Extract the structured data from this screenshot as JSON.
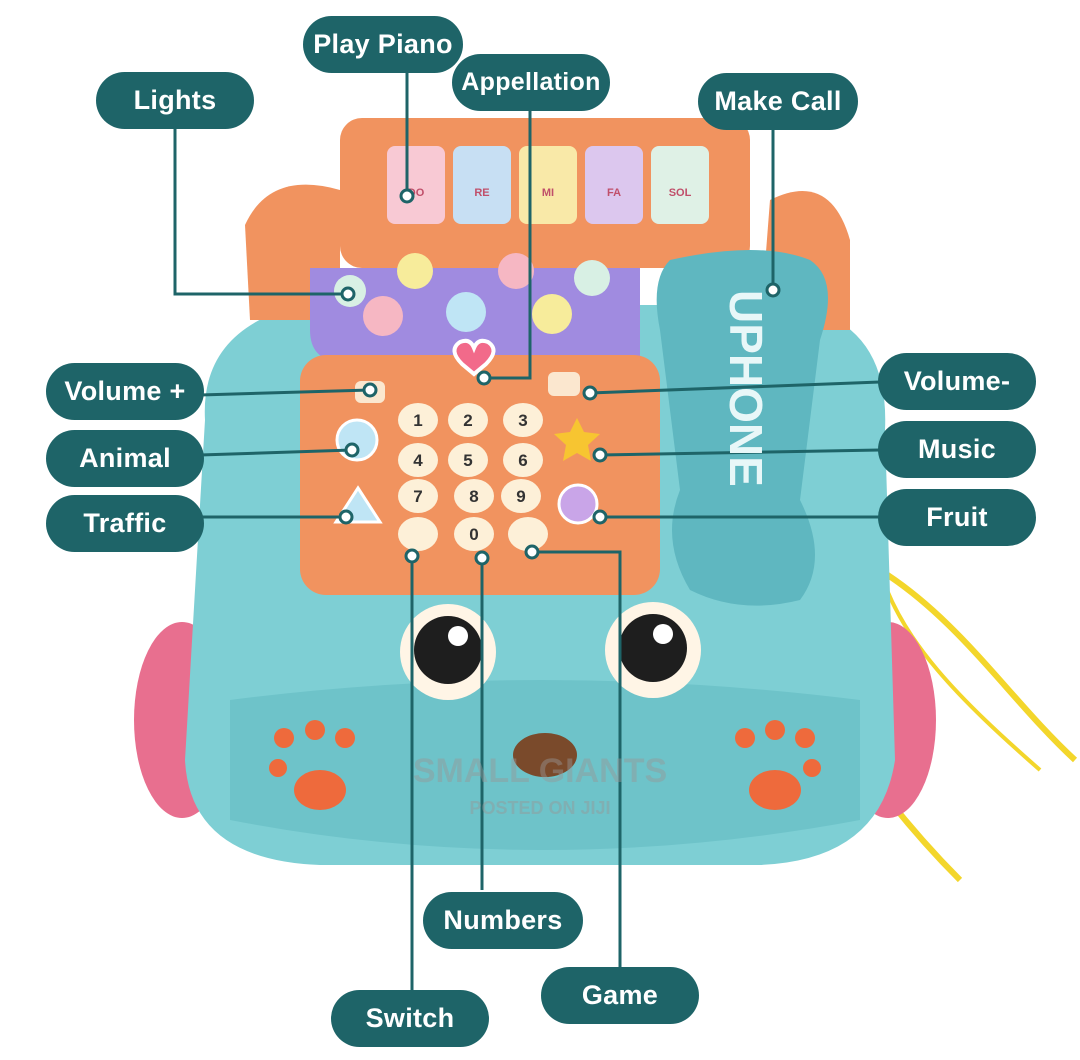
{
  "labels": {
    "play_piano": "Play Piano",
    "appellation": "Appellation",
    "lights": "Lights",
    "make_call": "Make Call",
    "volume_plus": "Volume +",
    "volume_minus": "Volume-",
    "animal": "Animal",
    "music": "Music",
    "traffic": "Traffic",
    "fruit": "Fruit",
    "numbers": "Numbers",
    "game": "Game",
    "switch": "Switch"
  },
  "piano_keys": [
    "DO",
    "RE",
    "MI",
    "FA",
    "SOL"
  ],
  "keypad": [
    "1",
    "2",
    "3",
    "4",
    "5",
    "6",
    "7",
    "8",
    "9",
    "0"
  ],
  "handset_text": "UPHONE",
  "watermark": {
    "brand": "SMALL GIANTS",
    "posted": "POSTED ON JIJI"
  },
  "colors": {
    "label_bg": "#1e6468",
    "label_text": "#ffffff",
    "body_teal": "#7ecfd4",
    "panel_orange": "#f1935f",
    "panel_purple": "#a08be0",
    "cord_yellow": "#f3d62b"
  }
}
